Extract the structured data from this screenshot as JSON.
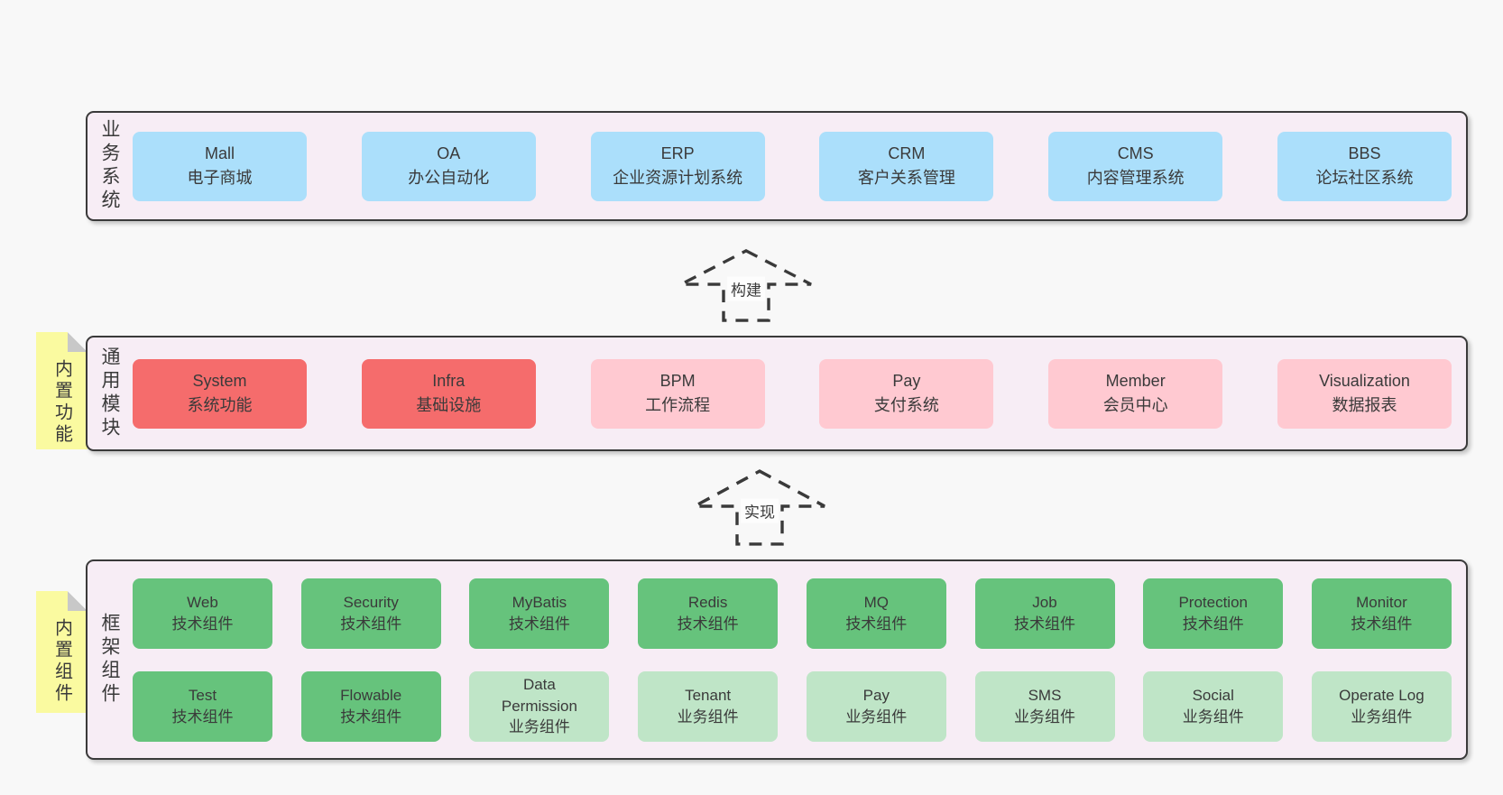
{
  "colors": {
    "page_bg": "#f8f8f8",
    "panel_bg": "#f7edf5",
    "panel_border": "#3a3a3a",
    "blue": "#abdffb",
    "red": "#f56c6c",
    "pink": "#ffc9d1",
    "green_dark": "#66c37c",
    "green_light": "#bfe5c7",
    "note_yellow": "#fafaa0",
    "note_fold": "#c8c8c8",
    "text": "#3a3a3a"
  },
  "panels": {
    "business": {
      "label": "业务系统",
      "rows": [
        [
          {
            "name": "Mall",
            "desc": "电子商城",
            "color": "blue"
          },
          {
            "name": "OA",
            "desc": "办公自动化",
            "color": "blue"
          },
          {
            "name": "ERP",
            "desc": "企业资源计划系统",
            "color": "blue"
          },
          {
            "name": "CRM",
            "desc": "客户关系管理",
            "color": "blue"
          },
          {
            "name": "CMS",
            "desc": "内容管理系统",
            "color": "blue"
          },
          {
            "name": "BBS",
            "desc": "论坛社区系统",
            "color": "blue"
          }
        ]
      ]
    },
    "modules": {
      "label": "通用模块",
      "note": "内置功能",
      "rows": [
        [
          {
            "name": "System",
            "desc": "系统功能",
            "color": "red"
          },
          {
            "name": "Infra",
            "desc": "基础设施",
            "color": "red"
          },
          {
            "name": "BPM",
            "desc": "工作流程",
            "color": "pink"
          },
          {
            "name": "Pay",
            "desc": "支付系统",
            "color": "pink"
          },
          {
            "name": "Member",
            "desc": "会员中心",
            "color": "pink"
          },
          {
            "name": "Visualization",
            "desc": "数据报表",
            "color": "pink"
          }
        ]
      ]
    },
    "components": {
      "label": "框架组件",
      "note": "内置组件",
      "rows": [
        [
          {
            "name": "Web",
            "desc": "技术组件",
            "color": "green-dark"
          },
          {
            "name": "Security",
            "desc": "技术组件",
            "color": "green-dark"
          },
          {
            "name": "MyBatis",
            "desc": "技术组件",
            "color": "green-dark"
          },
          {
            "name": "Redis",
            "desc": "技术组件",
            "color": "green-dark"
          },
          {
            "name": "MQ",
            "desc": "技术组件",
            "color": "green-dark"
          },
          {
            "name": "Job",
            "desc": "技术组件",
            "color": "green-dark"
          },
          {
            "name": "Protection",
            "desc": "技术组件",
            "color": "green-dark"
          },
          {
            "name": "Monitor",
            "desc": "技术组件",
            "color": "green-dark"
          }
        ],
        [
          {
            "name": "Test",
            "desc": "技术组件",
            "color": "green-dark"
          },
          {
            "name": "Flowable",
            "desc": "技术组件",
            "color": "green-dark"
          },
          {
            "name": "Data Permission",
            "desc": "业务组件",
            "color": "green-light"
          },
          {
            "name": "Tenant",
            "desc": "业务组件",
            "color": "green-light"
          },
          {
            "name": "Pay",
            "desc": "业务组件",
            "color": "green-light"
          },
          {
            "name": "SMS",
            "desc": "业务组件",
            "color": "green-light"
          },
          {
            "name": "Social",
            "desc": "业务组件",
            "color": "green-light"
          },
          {
            "name": "Operate Log",
            "desc": "业务组件",
            "color": "green-light"
          }
        ]
      ]
    }
  },
  "arrows": [
    {
      "label": "构建"
    },
    {
      "label": "实现"
    }
  ]
}
